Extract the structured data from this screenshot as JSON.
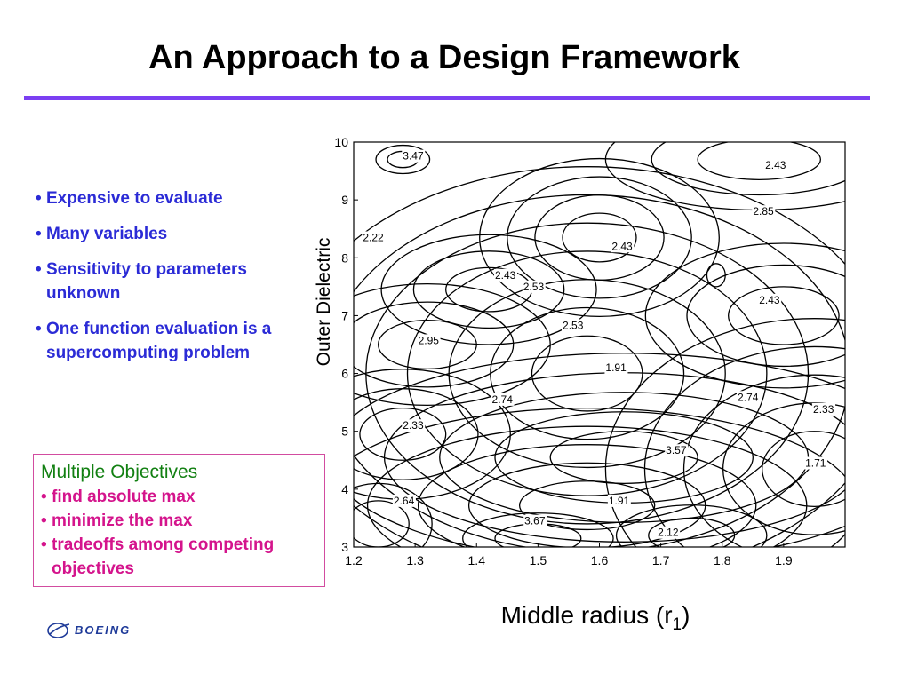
{
  "slide": {
    "title": "An Approach to a Design Framework"
  },
  "bullets": [
    "Expensive to evaluate",
    "Many variables",
    "Sensitivity to parameters unknown",
    "One function evaluation is a supercomputing problem"
  ],
  "objectives": {
    "title": "Multiple Objectives",
    "items": [
      "find absolute max",
      "minimize the max",
      "tradeoffs among competing objectives"
    ]
  },
  "logo": {
    "text": "BOEING"
  },
  "colors": {
    "rule": "#7b3ff2",
    "bullet_text": "#2b2bd6",
    "objectives_title": "#128012",
    "objectives_items": "#d4148c",
    "box_border": "#d24ca0"
  },
  "chart_data": {
    "type": "contour",
    "title": "",
    "xlabel": "Middle radius (r",
    "xlabel_sub": "1",
    "xlabel_end": ")",
    "ylabel": "Outer Dielectric",
    "xlim": [
      1.2,
      2.0
    ],
    "ylim": [
      3,
      10
    ],
    "x_ticks": [
      "1.2",
      "1.3",
      "1.4",
      "1.5",
      "1.6",
      "1.7",
      "1.8",
      "1.9"
    ],
    "y_ticks": [
      "3",
      "4",
      "5",
      "6",
      "7",
      "8",
      "9",
      "10"
    ],
    "contour_labels": [
      {
        "text": "3.47",
        "x": 1.28,
        "y": 9.76
      },
      {
        "text": "2.43",
        "x": 1.87,
        "y": 9.6
      },
      {
        "text": "2.85",
        "x": 1.85,
        "y": 8.8
      },
      {
        "text": "2.22",
        "x": 1.215,
        "y": 8.35
      },
      {
        "text": "2.43",
        "x": 1.62,
        "y": 8.2
      },
      {
        "text": "2.43",
        "x": 1.43,
        "y": 7.7
      },
      {
        "text": "2.53",
        "x": 1.476,
        "y": 7.5
      },
      {
        "text": "2.43",
        "x": 1.86,
        "y": 7.27
      },
      {
        "text": "2.53",
        "x": 1.54,
        "y": 6.83
      },
      {
        "text": "2.95",
        "x": 1.305,
        "y": 6.57
      },
      {
        "text": "1.91",
        "x": 1.61,
        "y": 6.1
      },
      {
        "text": "2.74",
        "x": 1.425,
        "y": 5.55
      },
      {
        "text": "2.74",
        "x": 1.825,
        "y": 5.59
      },
      {
        "text": "2.33",
        "x": 1.948,
        "y": 5.38
      },
      {
        "text": "2.33",
        "x": 1.28,
        "y": 5.1
      },
      {
        "text": "3.57",
        "x": 1.708,
        "y": 4.67
      },
      {
        "text": "1.71",
        "x": 1.935,
        "y": 4.45
      },
      {
        "text": "2.64",
        "x": 1.265,
        "y": 3.8
      },
      {
        "text": "1.91",
        "x": 1.615,
        "y": 3.8
      },
      {
        "text": "3.67",
        "x": 1.478,
        "y": 3.45
      },
      {
        "text": "2.12",
        "x": 1.695,
        "y": 3.25
      }
    ],
    "extrema": [
      {
        "x": 1.28,
        "y": 9.7,
        "levels": 2,
        "rx": 0.025,
        "ry": 0.14
      },
      {
        "x": 1.6,
        "y": 8.35,
        "levels": 4,
        "rx": 0.06,
        "ry": 0.42
      },
      {
        "x": 1.86,
        "y": 9.7,
        "levels": 3,
        "rx": 0.1,
        "ry": 0.35
      },
      {
        "x": 1.79,
        "y": 7.7,
        "levels": 1,
        "rx": 0.015,
        "ry": 0.2
      },
      {
        "x": 1.42,
        "y": 7.45,
        "levels": 3,
        "rx": 0.07,
        "ry": 0.38
      },
      {
        "x": 1.32,
        "y": 6.5,
        "levels": 3,
        "rx": 0.08,
        "ry": 0.42
      },
      {
        "x": 1.58,
        "y": 6.0,
        "levels": 7,
        "rx": 0.09,
        "ry": 0.65
      },
      {
        "x": 1.9,
        "y": 7.0,
        "levels": 3,
        "rx": 0.09,
        "ry": 0.5
      },
      {
        "x": 1.28,
        "y": 4.95,
        "levels": 3,
        "rx": 0.07,
        "ry": 0.45
      },
      {
        "x": 1.64,
        "y": 4.55,
        "levels": 5,
        "rx": 0.12,
        "ry": 0.45
      },
      {
        "x": 1.95,
        "y": 4.35,
        "levels": 5,
        "rx": 0.085,
        "ry": 0.65
      },
      {
        "x": 1.58,
        "y": 3.72,
        "levels": 5,
        "rx": 0.11,
        "ry": 0.42
      },
      {
        "x": 1.24,
        "y": 3.4,
        "levels": 2,
        "rx": 0.05,
        "ry": 0.4
      },
      {
        "x": 1.5,
        "y": 3.15,
        "levels": 2,
        "rx": 0.07,
        "ry": 0.25
      },
      {
        "x": 1.75,
        "y": 3.2,
        "levels": 2,
        "rx": 0.07,
        "ry": 0.3
      }
    ]
  }
}
